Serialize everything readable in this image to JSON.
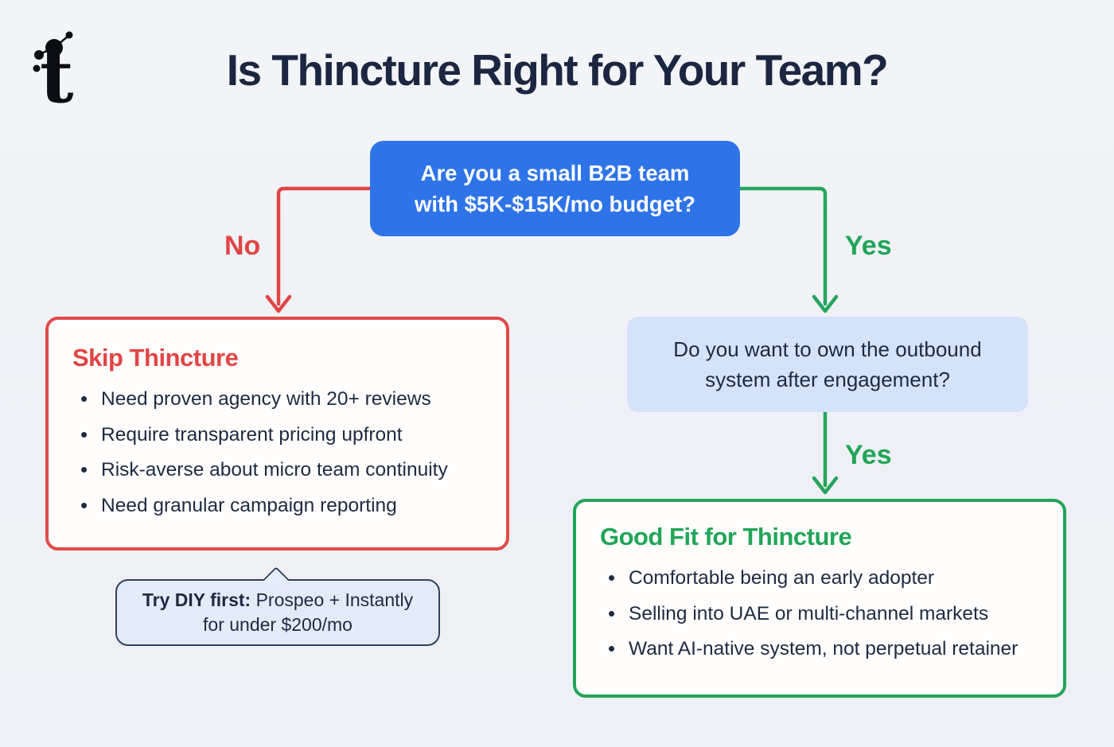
{
  "page": {
    "title": "Is Thincture Right for Your Team?",
    "logo_letter": "t"
  },
  "root_question": {
    "line1": "Are you a small B2B team",
    "line2": "with $5K-$15K/mo budget?"
  },
  "branches": {
    "no_label": "No",
    "yes_label_root": "Yes",
    "yes_label_own": "Yes"
  },
  "skip_box": {
    "title": "Skip Thincture",
    "bullets": [
      "Need proven agency with 20+ reviews",
      "Require transparent pricing upfront",
      "Risk-averse about micro team continuity",
      "Need granular campaign reporting"
    ]
  },
  "diy_callout": {
    "lead": "Try DIY first:",
    "line1_rest": " Prospeo + Instantly",
    "line2": "for under $200/mo"
  },
  "own_question": {
    "line1": "Do you want to own the outbound",
    "line2": "system after engagement?"
  },
  "good_fit_box": {
    "title": "Good Fit for Thincture",
    "bullets": [
      "Comfortable being an early adopter",
      "Selling into UAE or multi-channel markets",
      "Want AI-native system, not perpetual retainer"
    ]
  },
  "colors": {
    "background": "#eff1f5",
    "brand_blue": "#2e74e8",
    "negative_red": "#e04545",
    "positive_green": "#22a558",
    "text_navy": "#1d2a42",
    "question_fill": "#d5e3fa",
    "callout_fill": "#e3ebf9",
    "callout_border": "#31405f"
  }
}
